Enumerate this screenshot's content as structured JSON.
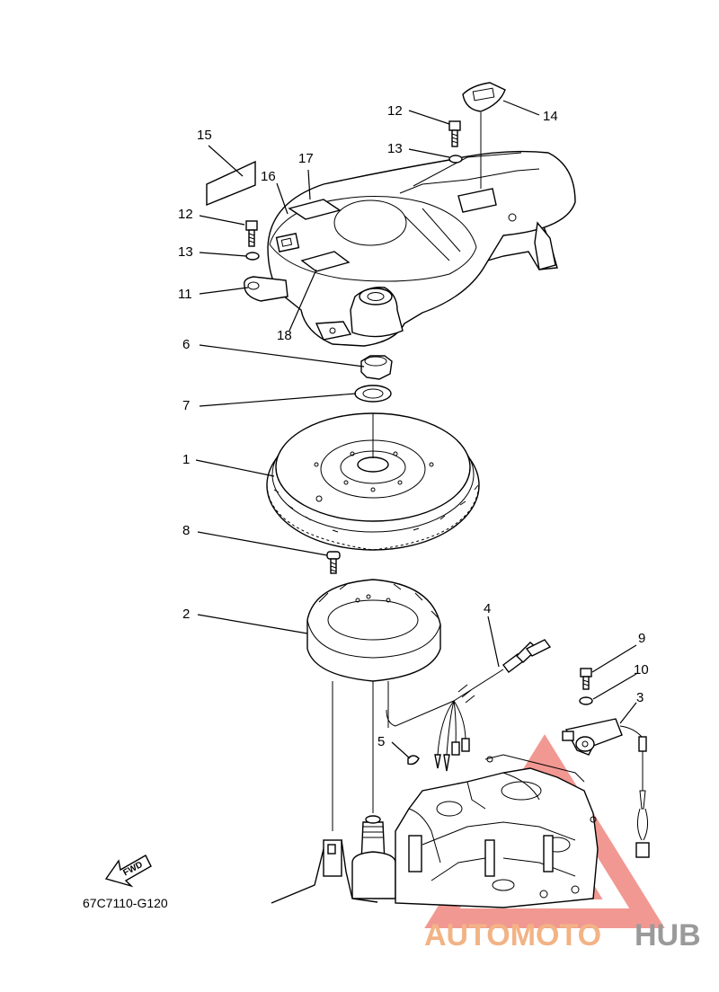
{
  "callouts": {
    "c1": "1",
    "c2": "2",
    "c3": "3",
    "c4": "4",
    "c5": "5",
    "c6": "6",
    "c7": "7",
    "c8": "8",
    "c9": "9",
    "c10": "10",
    "c11": "11",
    "c12a": "12",
    "c12b": "12",
    "c13a": "13",
    "c13b": "13",
    "c14": "14",
    "c15": "15",
    "c16": "16",
    "c17": "17",
    "c18": "18"
  },
  "fwd_label": "FWD",
  "diagram_code": "67C7110-G120",
  "watermark": {
    "part1": "AUTOMOTO",
    "part2": "HUB",
    "color_part1": "#f2b385",
    "color_part2": "#9a9a9a",
    "triangle_color": "#e8443a"
  }
}
